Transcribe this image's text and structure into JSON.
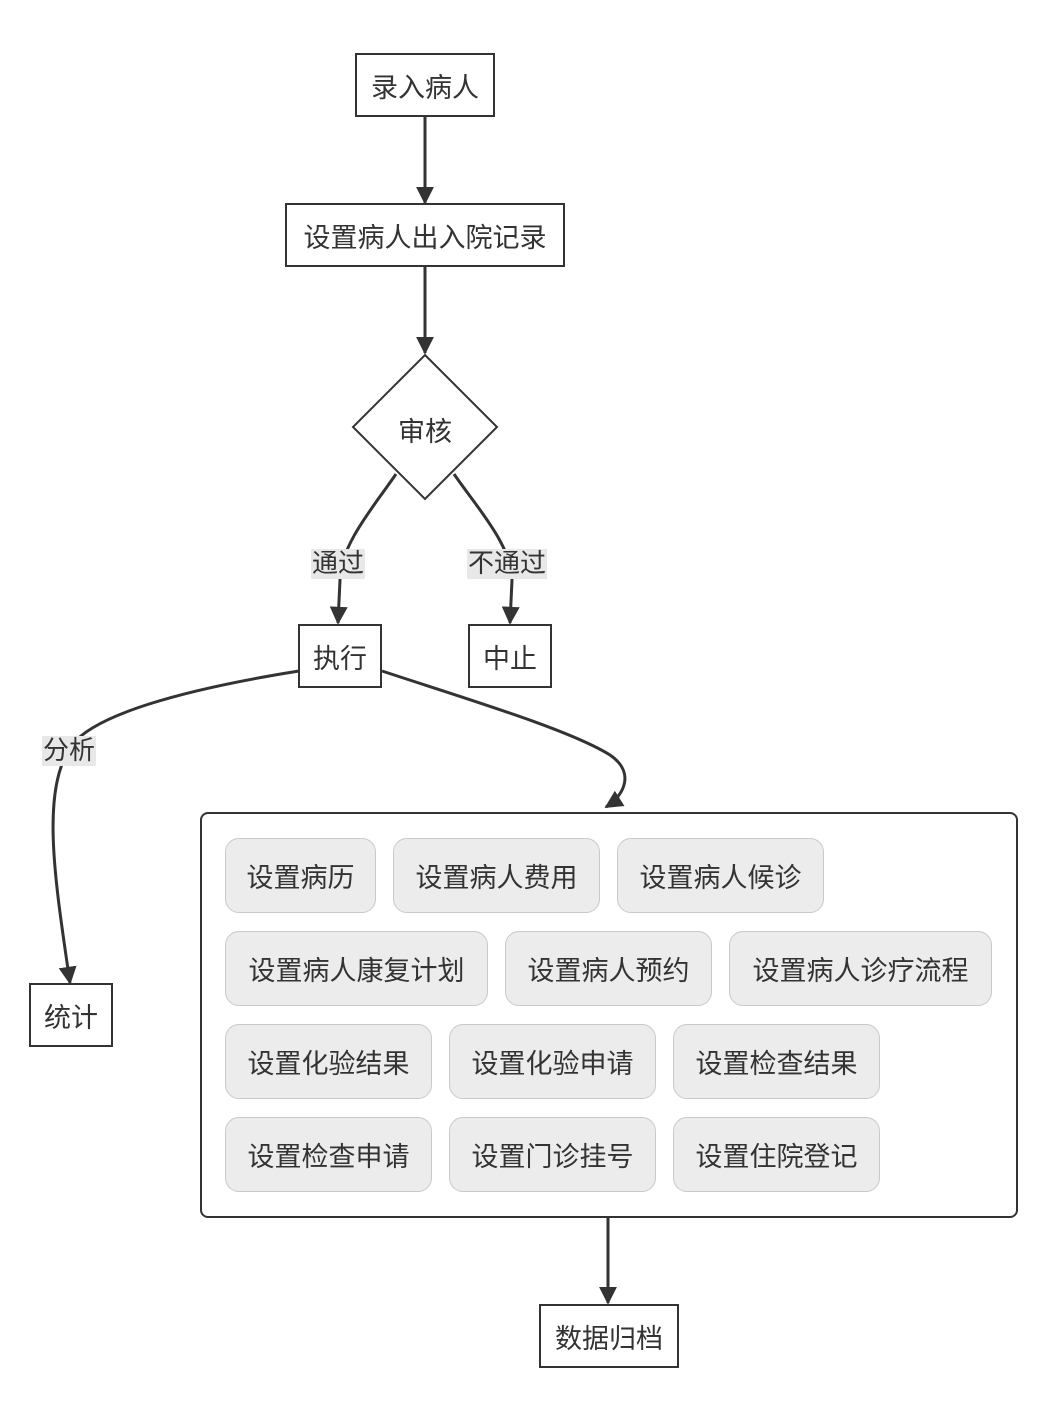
{
  "nodes": {
    "enter_patient": "录入病人",
    "set_admission_record": "设置病人出入院记录",
    "review": "审核",
    "execute": "执行",
    "abort": "中止",
    "statistics": "统计",
    "data_archive": "数据归档"
  },
  "edges": {
    "pass": "通过",
    "fail": "不通过",
    "analyze": "分析"
  },
  "settings_group": {
    "items": [
      "设置病历",
      "设置病人费用",
      "设置病人候诊",
      "设置病人康复计划",
      "设置病人预约",
      "设置病人诊疗流程",
      "设置化验结果",
      "设置化验申请",
      "设置检查结果",
      "设置检查申请",
      "设置门诊挂号",
      "设置住院登记"
    ]
  }
}
